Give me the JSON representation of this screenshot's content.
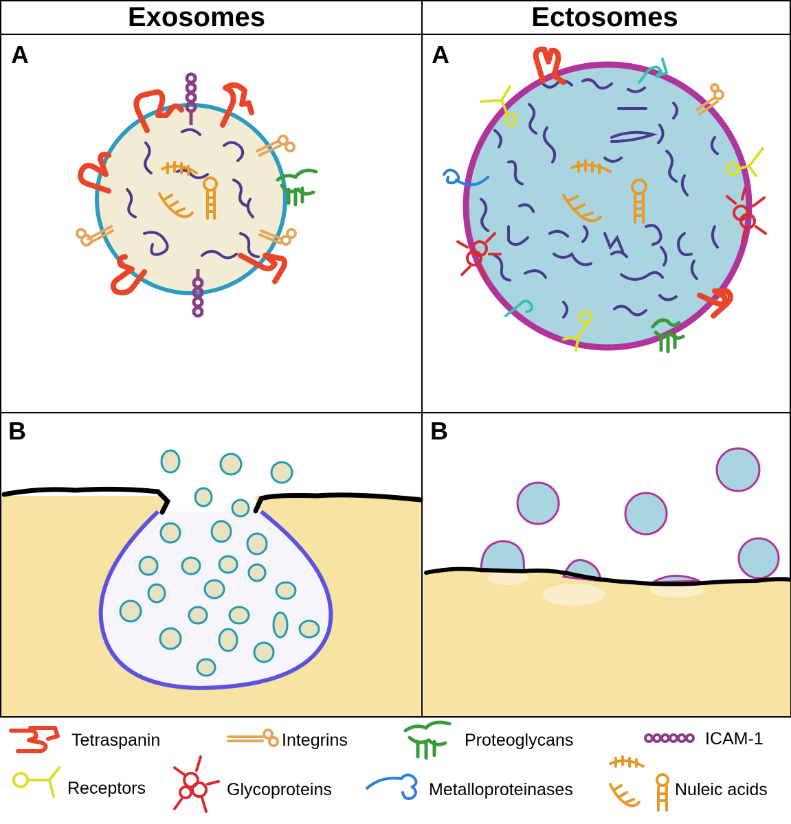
{
  "headers": {
    "left": "Exosomes",
    "right": "Ectosomes"
  },
  "panel_labels": {
    "exo_a": "A",
    "ecto_a": "A",
    "exo_b": "B",
    "ecto_b": "B"
  },
  "legend": [
    {
      "label": "Tetraspanin",
      "icon": "tetraspanin-icon",
      "color": "#e8452a"
    },
    {
      "label": "Integrins",
      "icon": "integrins-icon",
      "color": "#e7a55a"
    },
    {
      "label": "Proteoglycans",
      "icon": "proteoglycans-icon",
      "color": "#3a9a3a"
    },
    {
      "label": "ICAM-1",
      "icon": "icam1-icon",
      "color": "#8a3f84"
    },
    {
      "label": "Receptors",
      "icon": "receptors-icon",
      "color": "#dede2a"
    },
    {
      "label": "Glycoproteins",
      "icon": "glycoproteins-icon",
      "color": "#d82a32"
    },
    {
      "label": "Metalloproteinases",
      "icon": "metalloproteinases-icon",
      "color": "#2a7fd8"
    },
    {
      "label": "Nuleic acids",
      "icon": "nucleic-acids-icon",
      "color": "#e79a2a"
    }
  ],
  "colors": {
    "exosome_fill": "#f1ecd3",
    "exosome_membrane": "#2b9bc0",
    "ectosome_fill": "#a8d5df",
    "ectosome_membrane": "#b0349a",
    "cytoplasm": "#f7e3a2",
    "mvb_membrane": "#5c52e0",
    "cell_membrane": "#000000",
    "cargo_rna": "#4a3a8e"
  }
}
